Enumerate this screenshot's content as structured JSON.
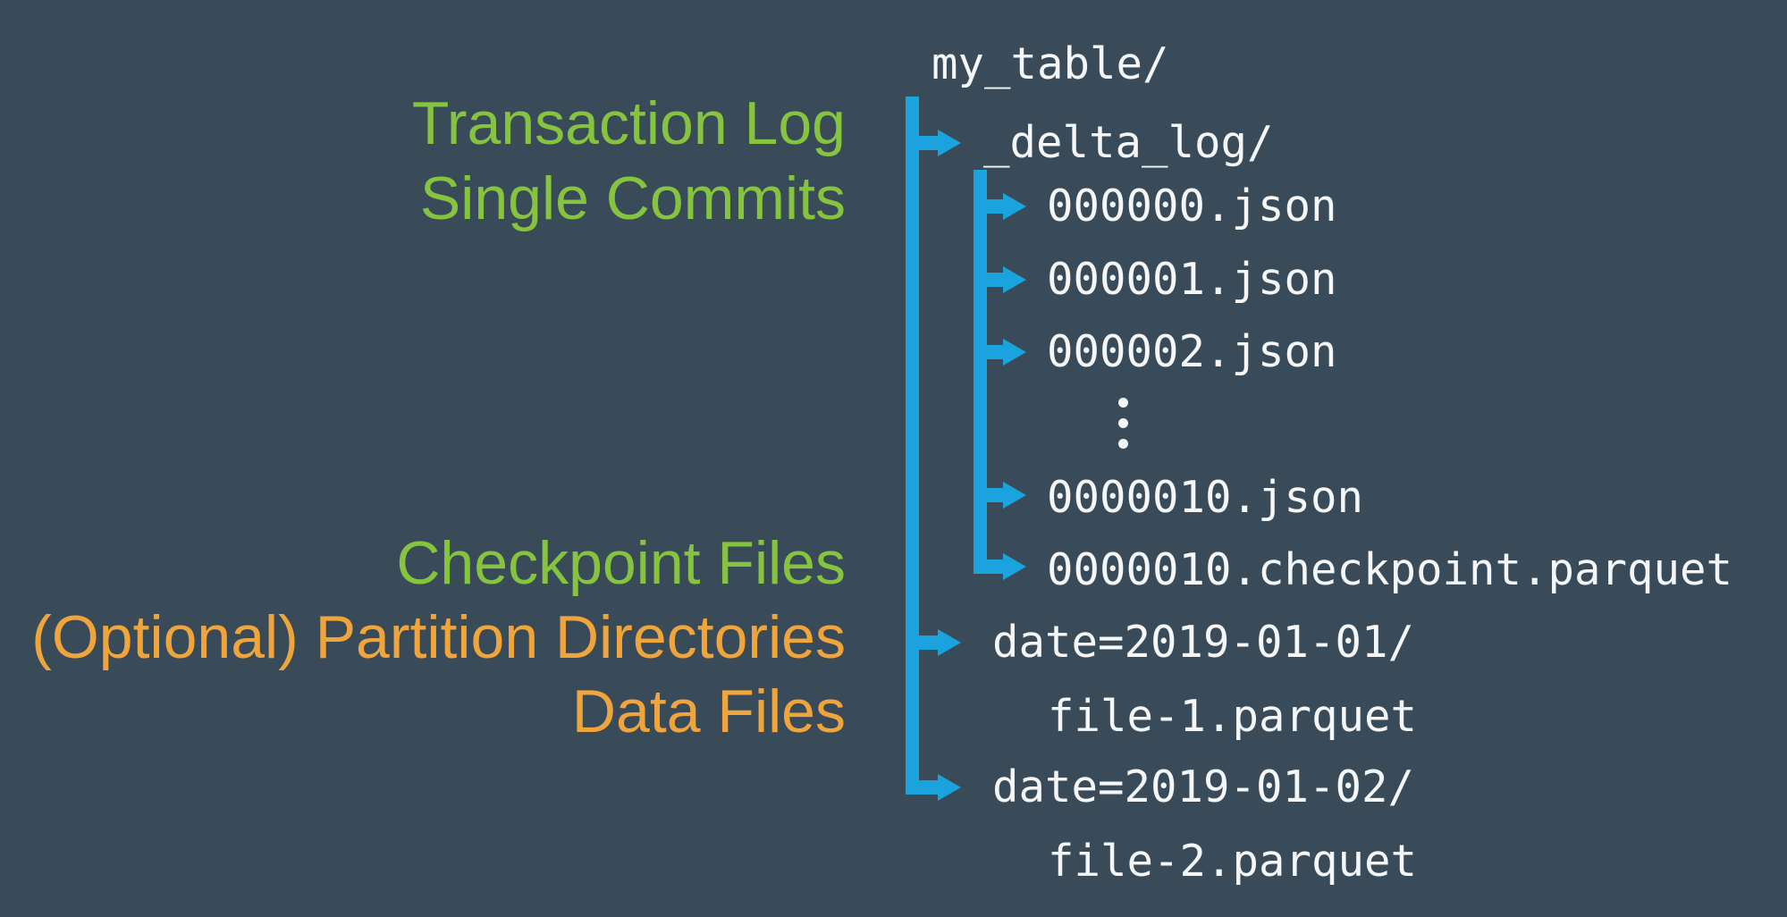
{
  "colors": {
    "background": "#394b59",
    "text": "#f4f6f7",
    "green": "#86c440",
    "orange": "#f0a43c",
    "blue": "#1ba3de"
  },
  "labels": [
    {
      "text": "Transaction Log",
      "color": "green"
    },
    {
      "text": "Single Commits",
      "color": "green"
    },
    {
      "text": "Checkpoint Files",
      "color": "green"
    },
    {
      "text": "(Optional) Partition Directories",
      "color": "orange"
    },
    {
      "text": "Data Files",
      "color": "orange"
    }
  ],
  "tree": {
    "root": "my_table/",
    "delta_log_dir": "_delta_log/",
    "commit_files": [
      "000000.json",
      "000001.json",
      "000002.json"
    ],
    "ellipsis": "⋮",
    "later_commit_file": "0000010.json",
    "checkpoint_file": "0000010.checkpoint.parquet",
    "partitions": [
      {
        "dir": "date=2019-01-01/",
        "file": "file-1.parquet"
      },
      {
        "dir": "date=2019-01-02/",
        "file": "file-2.parquet"
      }
    ]
  },
  "icons": {
    "branch_arrow": "right-arrow",
    "ellipsis": "vertical-ellipsis"
  }
}
